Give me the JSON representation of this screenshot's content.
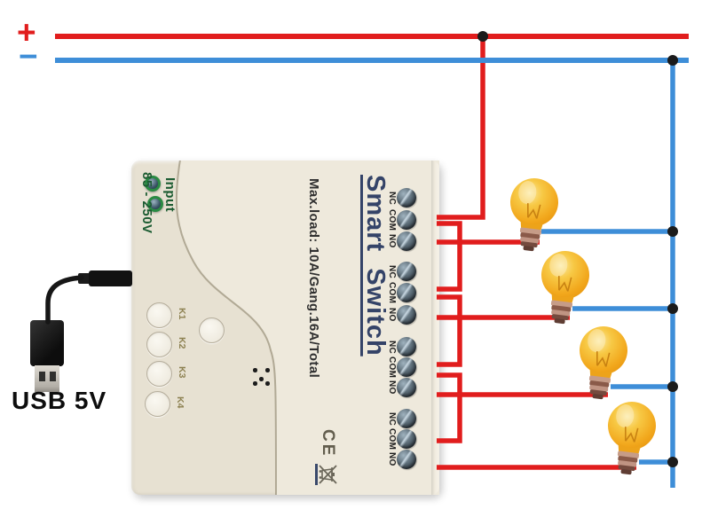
{
  "colors": {
    "wire_red": "#e11d1d",
    "wire_blue": "#3e8ed8",
    "junction": "#1b1b1b",
    "device_body": "#e7e1d2",
    "device_panel": "#eee9dc",
    "title_navy": "#344368",
    "input_green": "#1c5c32",
    "label_olive": "#8c8050",
    "text_dark": "#2f2f2f",
    "bulb_yellow": "#f2a81d"
  },
  "power_rails": {
    "positive_label": "+",
    "negative_label": "−"
  },
  "usb": {
    "label": "USB 5V"
  },
  "device": {
    "input_label": "Input",
    "voltage_label": "85 - 250V",
    "title": "Smart Switch",
    "max_load_label": "Max.load:  10A/Gang.16A/Total",
    "ce_label": "CE",
    "buttons": [
      {
        "label": "K1"
      },
      {
        "label": "K2"
      },
      {
        "label": "K3"
      },
      {
        "label": "K4"
      }
    ],
    "terminal_groups": [
      {
        "labels": [
          "NC",
          "COM",
          "NO"
        ]
      },
      {
        "labels": [
          "NC",
          "COM",
          "NO"
        ]
      },
      {
        "labels": [
          "NC",
          "COM",
          "NO"
        ]
      },
      {
        "labels": [
          "NC",
          "COM",
          "NO"
        ]
      }
    ]
  },
  "bulbs": {
    "count": 4
  }
}
